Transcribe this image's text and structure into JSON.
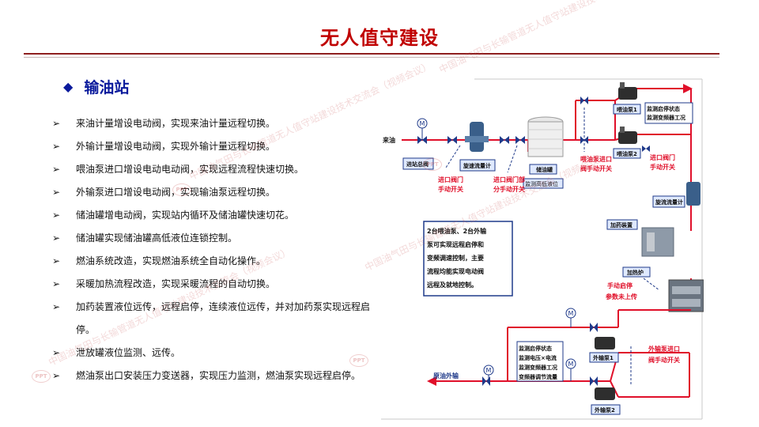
{
  "title": "无人值守建设",
  "section": {
    "heading": "输油站"
  },
  "bullets": [
    "来油计量增设电动阀，实现来油计量远程切换。",
    "外输计量增设电动阀，实现外输计量远程切换。",
    "喂油泵进口增设电动电动阀，实现远程流程快速切换。",
    "外输泵进口增设电动阀，实现输油泵远程切换。",
    "储油罐增电动阀，实现站内循环及储油罐快速切花。",
    "储油罐实现储油罐高低液位连锁控制。",
    "燃油系统改造，实现燃油系统全自动化操作。",
    "采暖加热流程改造，实现采暖流程的自动切换。",
    "加药装置液位远传，远程启停，连续液位远传，并对加药泵实现远程启停。",
    "泄放罐液位监测、远传。",
    "  燃油泵出口安装压力变送器，实现压力监测，燃油泵实现远程启停。"
  ],
  "bullet_mark": "➢",
  "diagram": {
    "inflow": "来油",
    "inlet_manifold": "进站总阀",
    "inflow_meter": "旋速流量计",
    "tank": "储油罐",
    "tank_level": "监测高低液位",
    "inlet_valve_1": [
      "进口阀门",
      "手动开关"
    ],
    "inlet_valve_2": [
      "进口阀门部",
      "分手动开关"
    ],
    "feed_pump_inlet": [
      "喂油泵进口",
      "阀手动开关"
    ],
    "feed_pump_1": "喂油泵1",
    "feed_pump_2": "喂油泵2",
    "feed_monitor": [
      "监测启停状态",
      "监测变频器工况"
    ],
    "outlet_valve": [
      "进口阀门",
      "手动开关"
    ],
    "outflow_meter": "旋流流量计",
    "dosing": "加药装置",
    "heater": "加热炉",
    "manual_start": [
      "手动启停",
      "参数未上传"
    ],
    "note": [
      "2台喂油泵、2台外输",
      "泵可实现远程启停和",
      "变频调速控制，主要",
      "流程均能实现电动阀",
      "远程及就地控制。"
    ],
    "export_monitor": [
      "监测启停状态",
      "监测电压×电流",
      "监测变频器工况",
      "变频器调节流量"
    ],
    "export_pump_1": "外输泵1",
    "export_pump_2": "外输泵2",
    "export_pump_inlet": [
      "外输泵进口",
      "阀手动开关"
    ],
    "outflow": "原油外输",
    "motor_symbol": "M"
  },
  "watermark": "中国油气田与长输管道无人值守站建设技术交流会（视频会议）",
  "watermark_logo": "PPT",
  "colors": {
    "title": "#c00000",
    "heading": "#0a1a9c",
    "pipe": "#e0102a",
    "label_red": "#e0102a",
    "box_blue": "#1f3a8a"
  }
}
